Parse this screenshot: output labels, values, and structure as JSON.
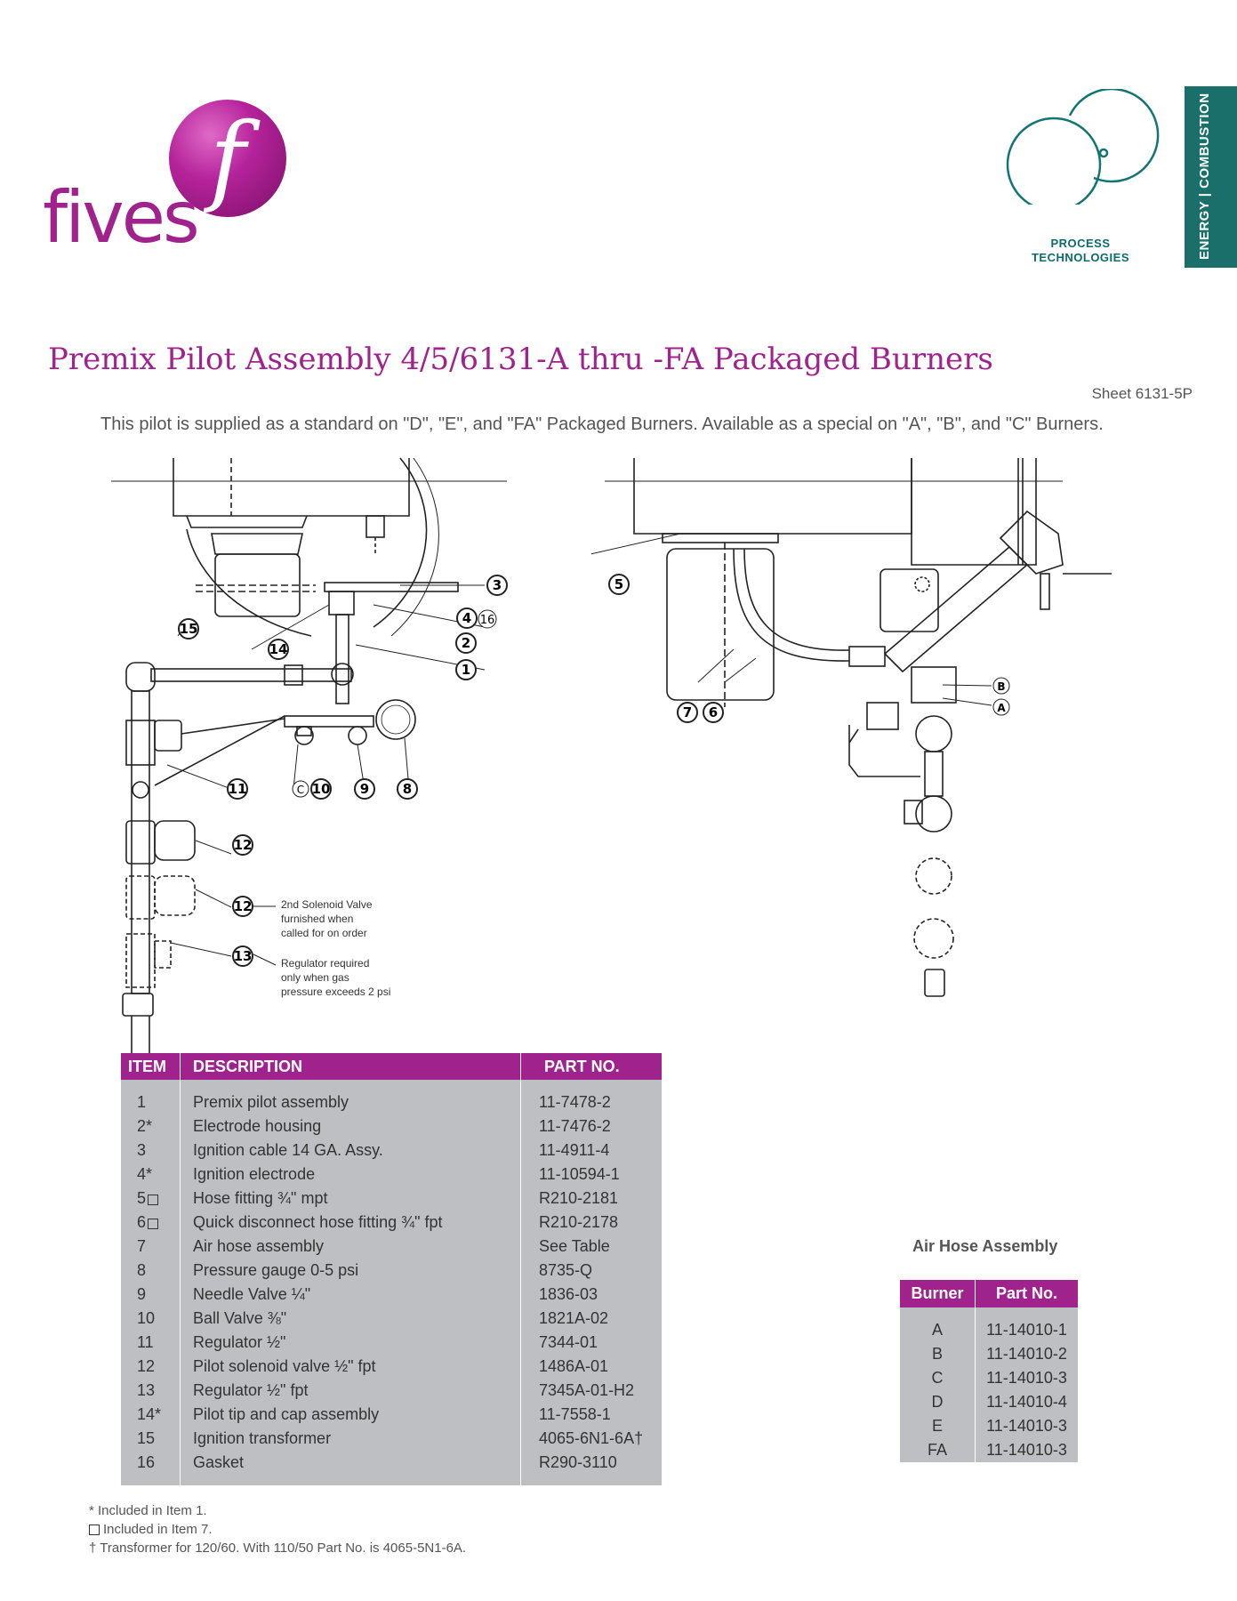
{
  "brand": {
    "wordmark": "fives",
    "f_letter": "f",
    "color": "#a0238d"
  },
  "division": {
    "line1": "PROCESS",
    "line2": "TECHNOLOGIES",
    "band": "ENERGY | COMBUSTION",
    "color": "#1a6f6b"
  },
  "title": "Premix Pilot Assembly 4/5/6131-A thru -FA Packaged Burners",
  "sheet": "Sheet 6131-5P",
  "intro": "This pilot is supplied as a standard on \"D\", \"E\", and \"FA\" Packaged Burners. Available as a special on \"A\", \"B\", and \"C\" Burners.",
  "callouts_left": [
    "3",
    "4",
    "16",
    "2",
    "1",
    "15",
    "14",
    "11",
    "C",
    "10",
    "9",
    "8",
    "12",
    "12",
    "13"
  ],
  "callouts_right": [
    "5",
    "7",
    "6",
    "B",
    "A"
  ],
  "notes": {
    "solenoid": [
      "2nd Solenoid Valve",
      "furnished when",
      "called for on order"
    ],
    "regulator": [
      "Regulator required",
      "only when gas",
      "pressure exceeds 2 psi"
    ]
  },
  "parts_table": {
    "headers": {
      "item": "ITEM",
      "description": "DESCRIPTION",
      "part": "PART NO."
    },
    "rows": [
      {
        "item": "1",
        "description": "Premix pilot assembly",
        "part": "11-7478-2"
      },
      {
        "item": "2*",
        "description": "Electrode housing",
        "part": "11-7476-2"
      },
      {
        "item": "3",
        "description": "Ignition cable 14 GA. Assy.",
        "part": "11-4911-4"
      },
      {
        "item": "4*",
        "description": "Ignition electrode",
        "part": "11-10594-1"
      },
      {
        "item": "5",
        "description": "Hose fitting ¾\" mpt",
        "part": "R210-2181"
      },
      {
        "item": "6",
        "description": "Quick disconnect hose fitting ¾\" fpt",
        "part": "R210-2178"
      },
      {
        "item": "7",
        "description": "Air hose assembly",
        "part": "See Table"
      },
      {
        "item": "8",
        "description": "Pressure gauge 0-5 psi",
        "part": "8735-Q"
      },
      {
        "item": "9",
        "description": "Needle Valve ¼\"",
        "part": "1836-03"
      },
      {
        "item": "10",
        "description": "Ball Valve ⅜\"",
        "part": "1821A-02"
      },
      {
        "item": "11",
        "description": "Regulator ½\"",
        "part": "7344-01"
      },
      {
        "item": "12",
        "description": "Pilot solenoid valve ½\" fpt",
        "part": "1486A-01"
      },
      {
        "item": "13",
        "description": "Regulator ½\" fpt",
        "part": "7345A-01-H2"
      },
      {
        "item": "14*",
        "description": "Pilot tip and cap assembly",
        "part": "11-7558-1"
      },
      {
        "item": "15",
        "description": "Ignition transformer",
        "part": "4065-6N1-6A†"
      },
      {
        "item": "16",
        "description": "Gasket",
        "part": "R290-3110"
      }
    ]
  },
  "air_hose": {
    "title": "Air Hose Assembly",
    "headers": {
      "burner": "Burner",
      "part": "Part No."
    },
    "rows": [
      {
        "burner": "A",
        "part": "11-14010-1"
      },
      {
        "burner": "B",
        "part": "11-14010-2"
      },
      {
        "burner": "C",
        "part": "11-14010-3"
      },
      {
        "burner": "D",
        "part": "11-14010-4"
      },
      {
        "burner": "E",
        "part": "11-14010-3"
      },
      {
        "burner": "FA",
        "part": "11-14010-3"
      }
    ]
  },
  "footnotes": {
    "star": "*  Included in Item 1.",
    "box": "Included in Item 7.",
    "dagger": "†  Transformer for 120/60. With 110/50 Part No. is 4065-5N1-6A."
  }
}
